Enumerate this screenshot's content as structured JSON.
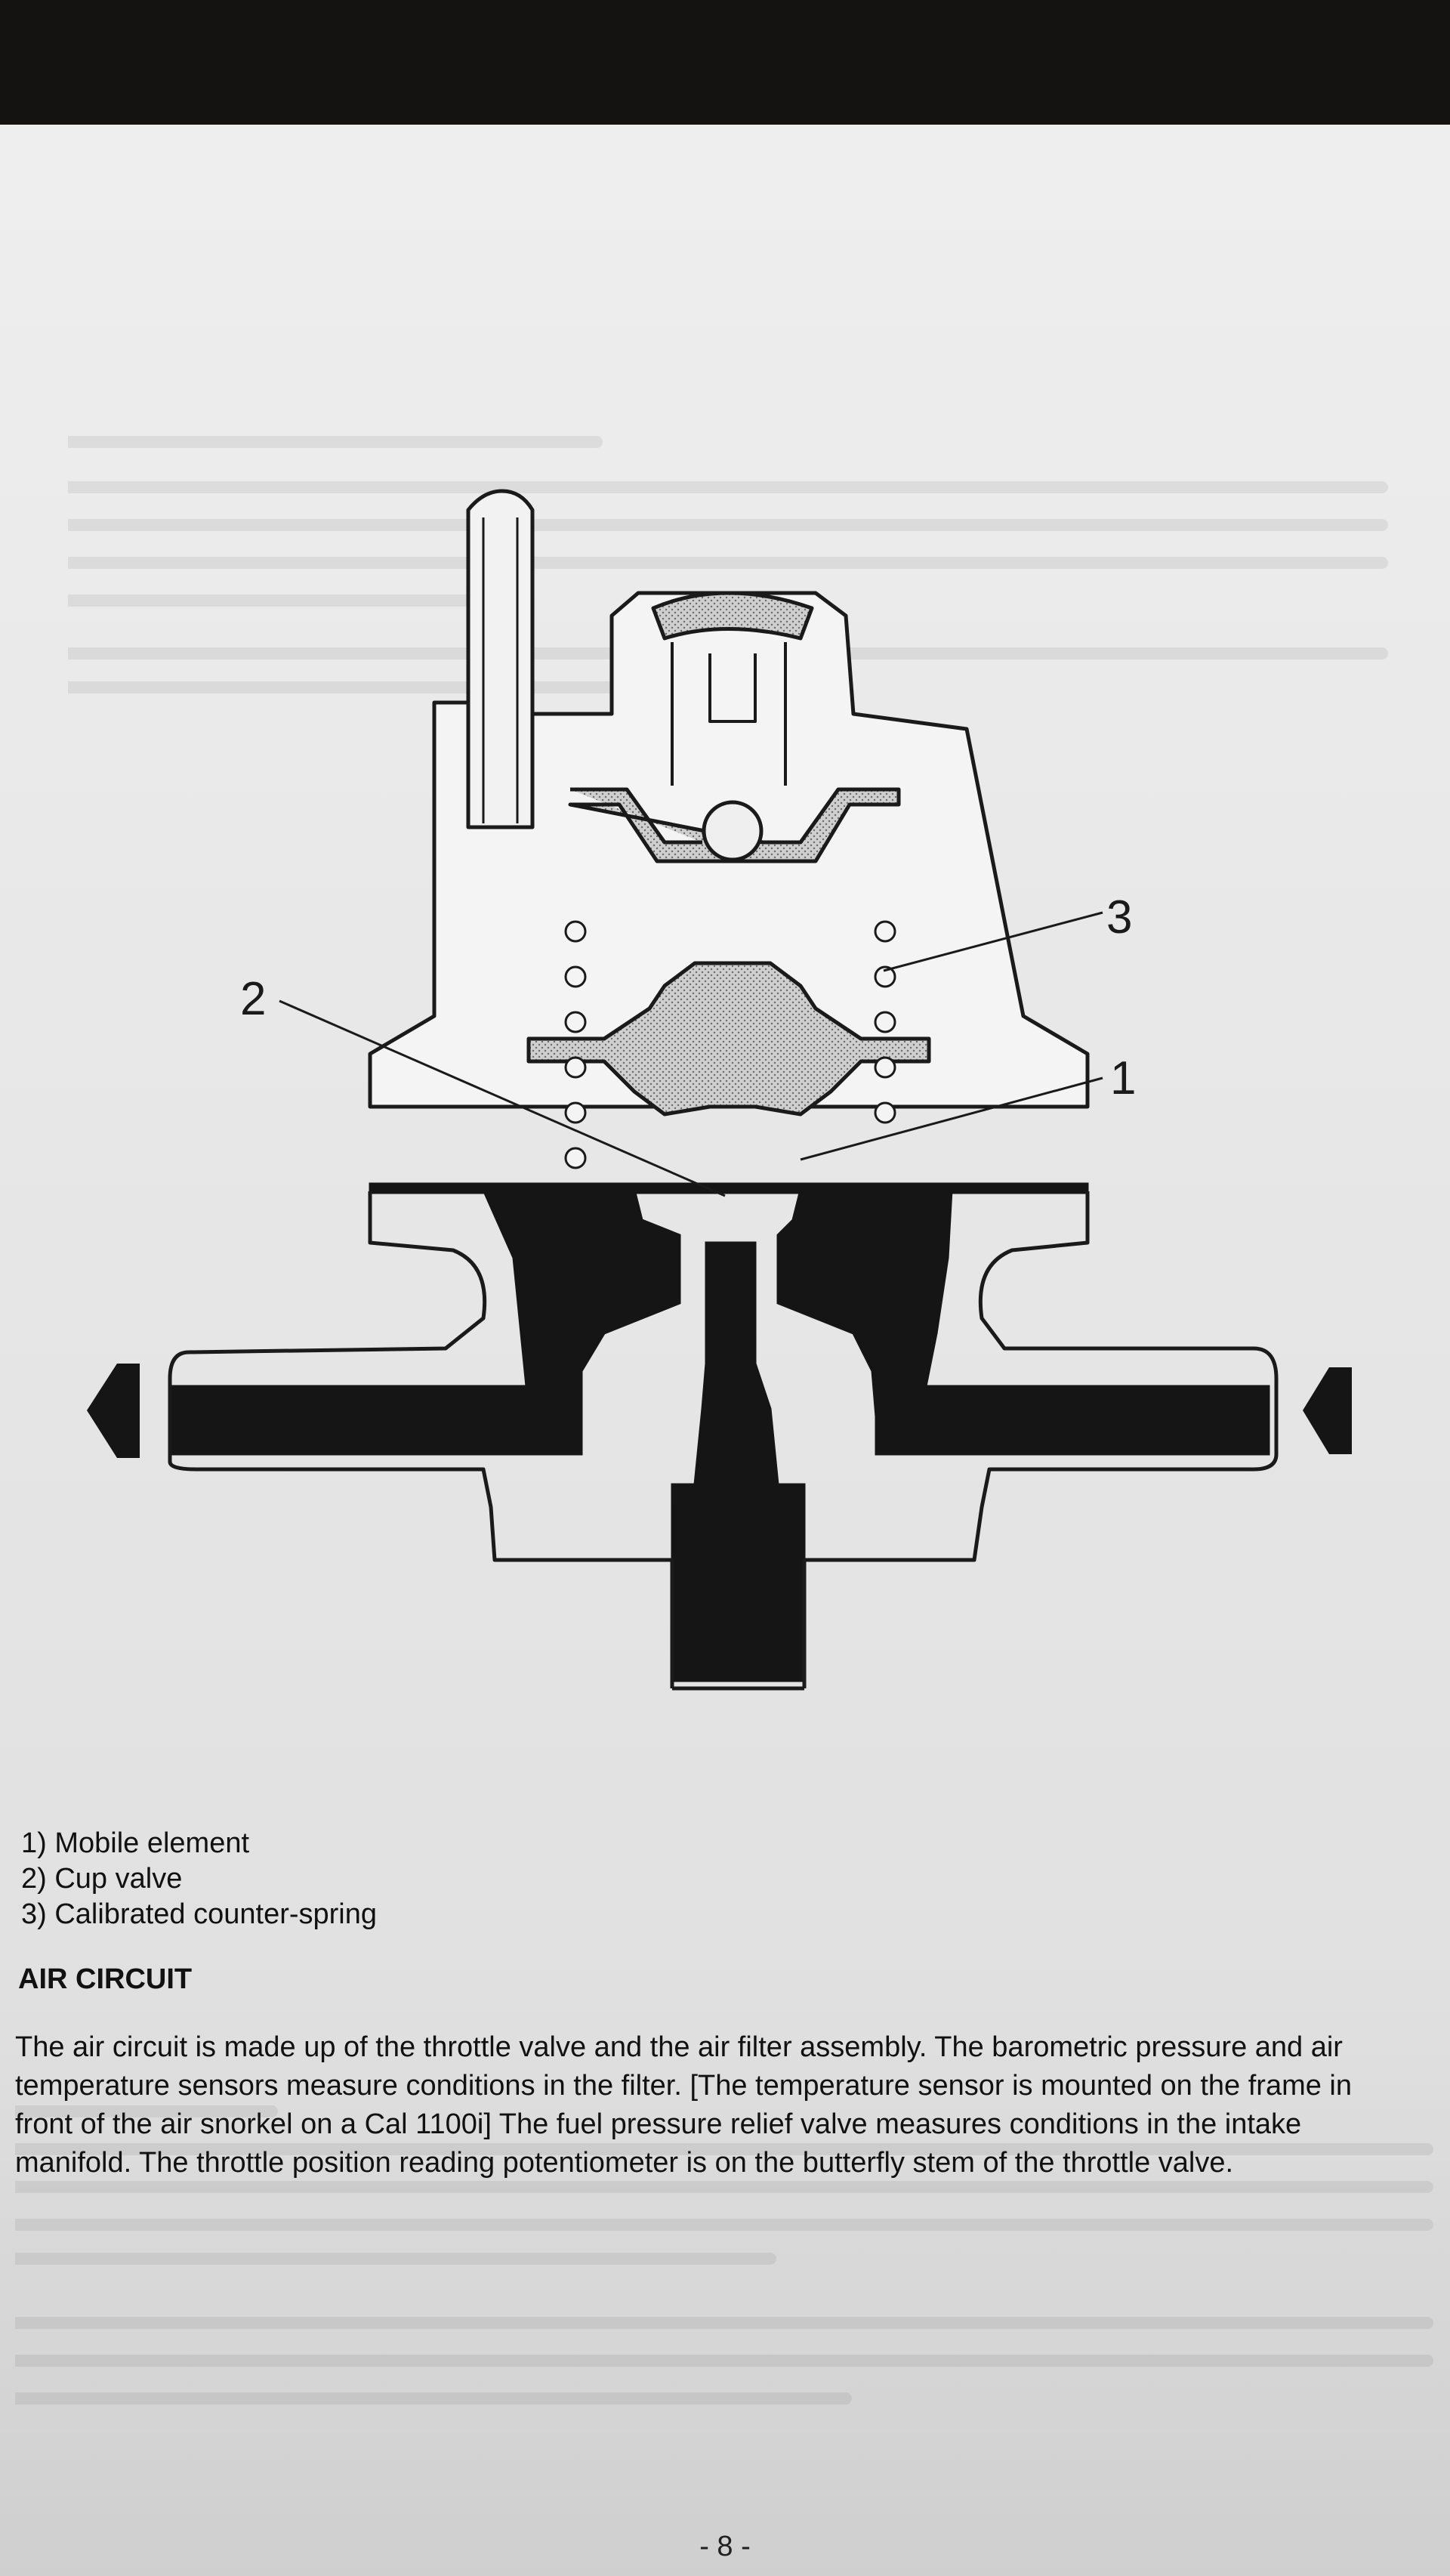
{
  "diagram": {
    "callouts": [
      "1",
      "2",
      "3"
    ]
  },
  "legend": [
    "1) Mobile element",
    "2) Cup valve",
    "3) Calibrated counter-spring"
  ],
  "section_heading": "AIR CIRCUIT",
  "paragraph_lines": [
    "The air circuit is made up of the throttle valve and the air filter assembly. The barometric pressure and air",
    "temperature sensors measure conditions in the filter. [The temperature sensor is mounted on the frame in",
    "front of the air snorkel on a Cal 1100i] The fuel pressure relief valve measures conditions in the intake",
    "manifold. The throttle position reading potentiometer is on the butterfly stem of the throttle valve."
  ],
  "page_number": "- 8 -",
  "colors": {
    "ink": "#1a1a1a",
    "paper": "#e8e8e8",
    "background": "#141312"
  }
}
